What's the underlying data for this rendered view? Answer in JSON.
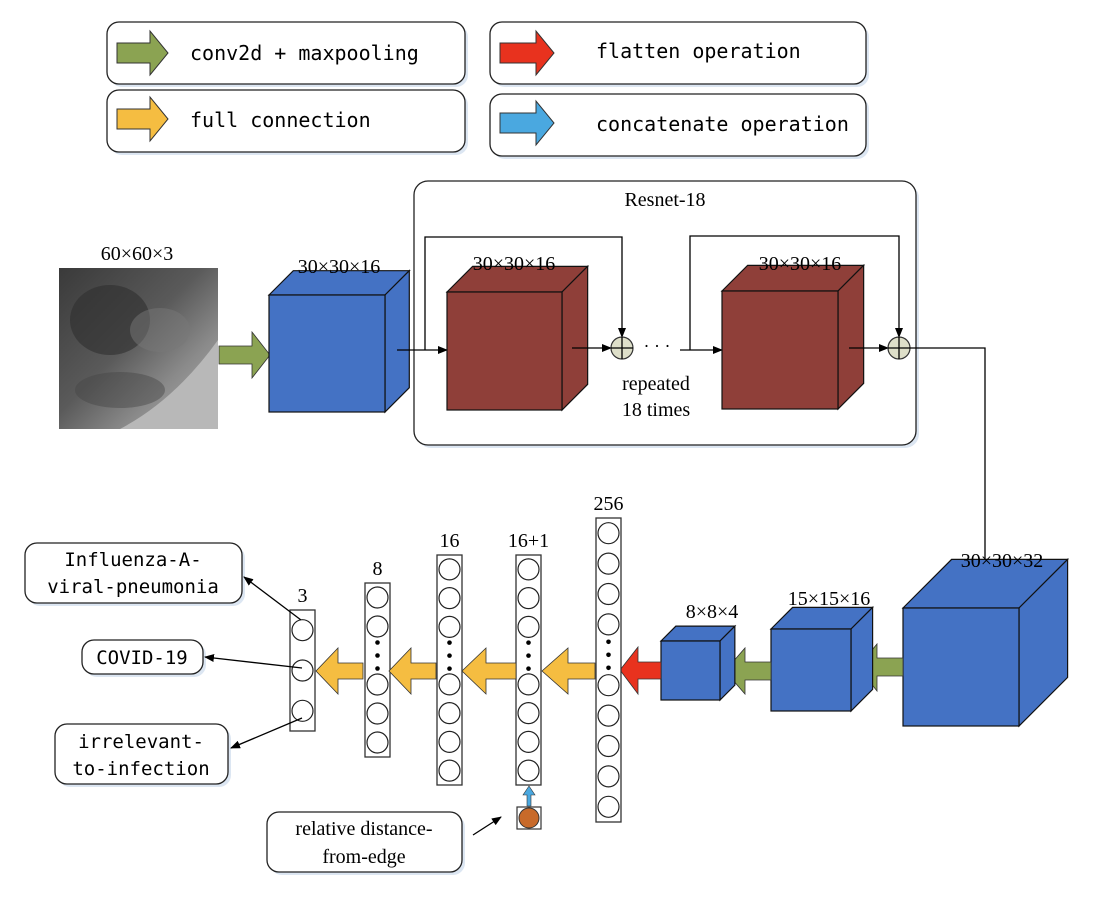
{
  "colors": {
    "conv": "#8ba352",
    "flatten": "#e8321e",
    "fc": "#f5bd41",
    "concat": "#4aa8e0",
    "blue_cube": "#4472c4",
    "red_cube": "#8f3f39",
    "sum_node": "#dedfc9",
    "distance_node": "#c86a2a"
  },
  "legend": [
    {
      "label": "conv2d + maxpooling",
      "color_key": "conv"
    },
    {
      "label": "flatten operation",
      "color_key": "flatten"
    },
    {
      "label": "full connection",
      "color_key": "fc"
    },
    {
      "label": "concatenate operation",
      "color_key": "concat"
    }
  ],
  "input": {
    "label": "60×60×3"
  },
  "first_conv": {
    "label": "30×30×16"
  },
  "resnet": {
    "title": "Resnet-18",
    "block1_label": "30×30×16",
    "block2_label": "30×30×16",
    "repeat_line1": "repeated",
    "repeat_line2": "18 times",
    "ellipsis": "· · ·"
  },
  "cubes_bottom": [
    {
      "label": "30×30×32"
    },
    {
      "label": "15×15×16"
    },
    {
      "label": "8×8×4"
    }
  ],
  "layers": [
    {
      "label": "256"
    },
    {
      "label": "16+1"
    },
    {
      "label": "16"
    },
    {
      "label": "8"
    },
    {
      "label": "3"
    }
  ],
  "outputs": [
    {
      "line1": "Influenza-A-",
      "line2": "viral-pneumonia"
    },
    {
      "line1": "COVID-19"
    },
    {
      "line1": "irrelevant-",
      "line2": "to-infection"
    }
  ],
  "extra_feature": {
    "line1": "relative distance-",
    "line2": "from-edge"
  }
}
